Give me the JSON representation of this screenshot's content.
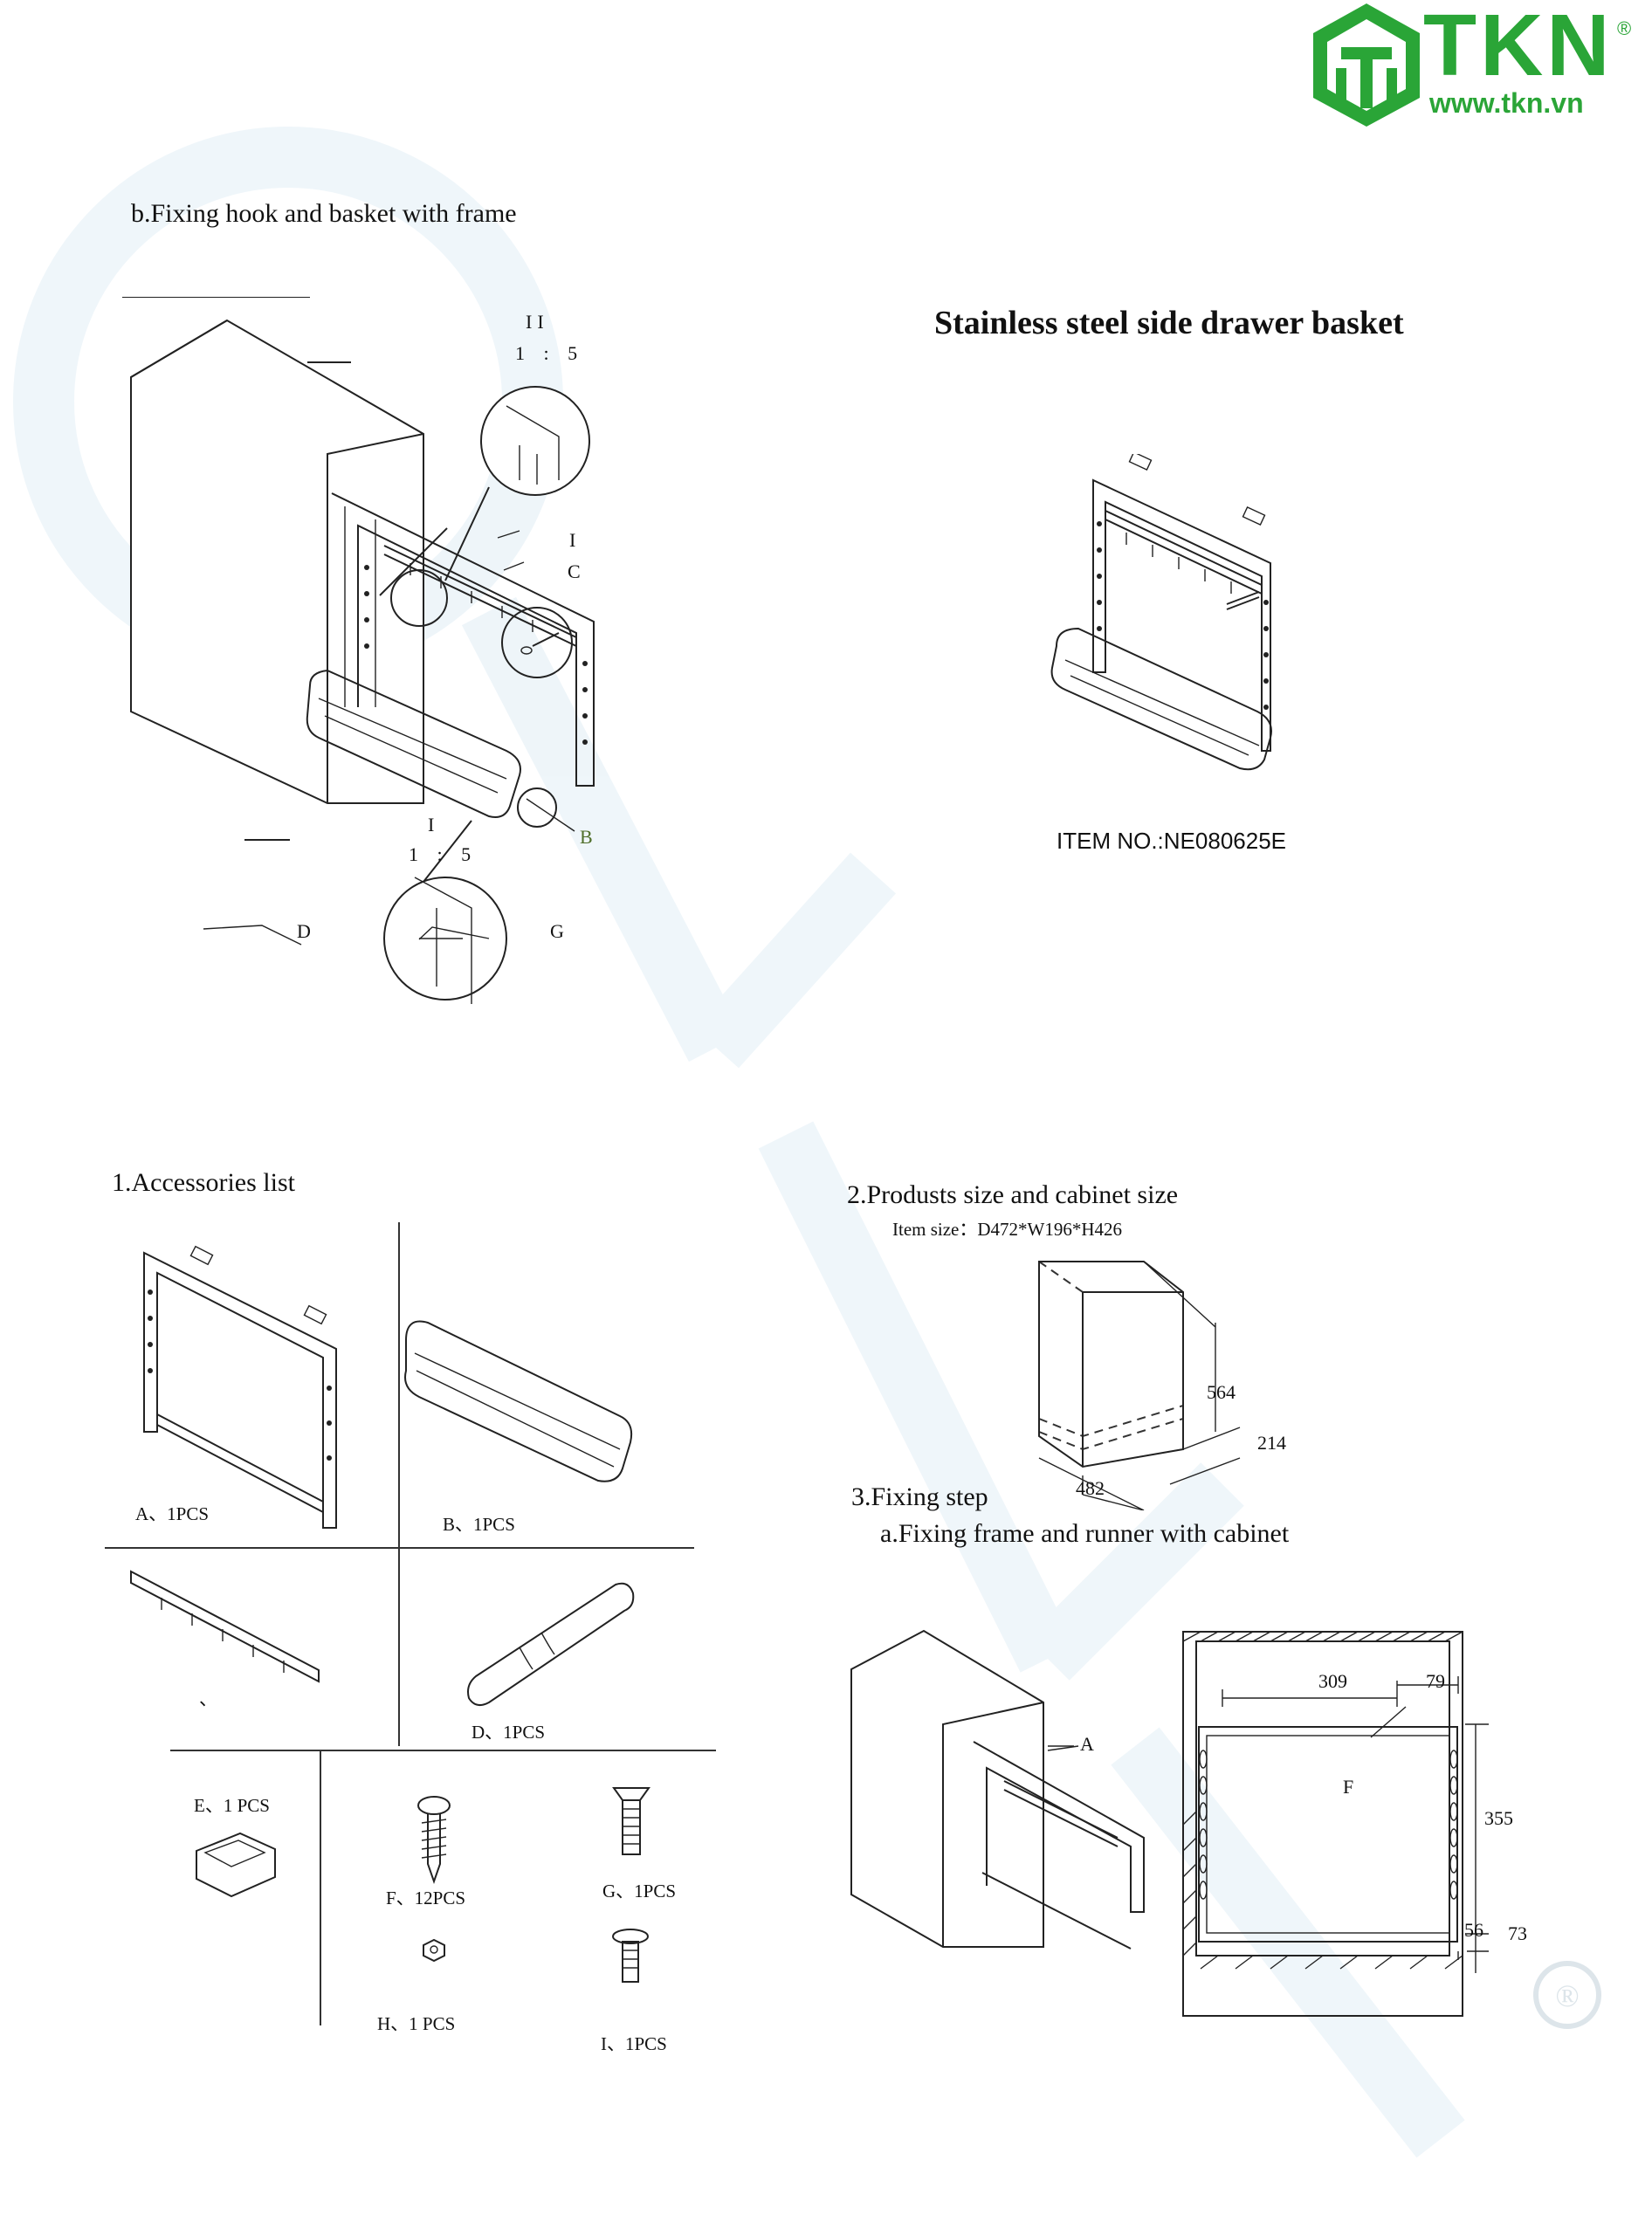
{
  "brand": {
    "name": "TKN",
    "website": "www.tkn.vn",
    "registered": "®",
    "color": "#2aa537"
  },
  "header": {
    "title": "Stainless steel side drawer basket",
    "item_no": "ITEM NO.:NE080625E"
  },
  "fixing_hook": {
    "heading": "b.Fixing hook and basket with frame",
    "detail_ii": {
      "label": "II",
      "scale": "1 : 5"
    },
    "detail_i": {
      "label": "I",
      "scale": "1 : 5"
    },
    "callouts": {
      "i": "I",
      "c": "C",
      "b": "B",
      "d": "D",
      "g": "G"
    }
  },
  "accessories": {
    "heading": "1.Accessories list",
    "items": [
      {
        "id": "A",
        "label": "A、1PCS"
      },
      {
        "id": "B",
        "label": "B、1PCS"
      },
      {
        "id": "C",
        "label": "、"
      },
      {
        "id": "D",
        "label": "D、1PCS"
      },
      {
        "id": "E",
        "label": "E、1 PCS"
      },
      {
        "id": "F",
        "label": "F、12PCS"
      },
      {
        "id": "G",
        "label": "G、1PCS"
      },
      {
        "id": "H",
        "label": "H、1 PCS"
      },
      {
        "id": "I",
        "label": "I、1PCS"
      }
    ]
  },
  "size": {
    "heading": "2.Produsts size and cabinet size",
    "item_size": "Item size：D472*W196*H426",
    "dims": {
      "height": "564",
      "width": "214",
      "depth": "482"
    }
  },
  "fixing_step": {
    "heading": "3.Fixing step",
    "subheading": "a.Fixing frame and runner with cabinet",
    "callouts": {
      "a": "A",
      "f": "F"
    },
    "dims": {
      "d309": "309",
      "d79": "79",
      "d355": "355",
      "d56": "56",
      "d73": "73"
    }
  }
}
